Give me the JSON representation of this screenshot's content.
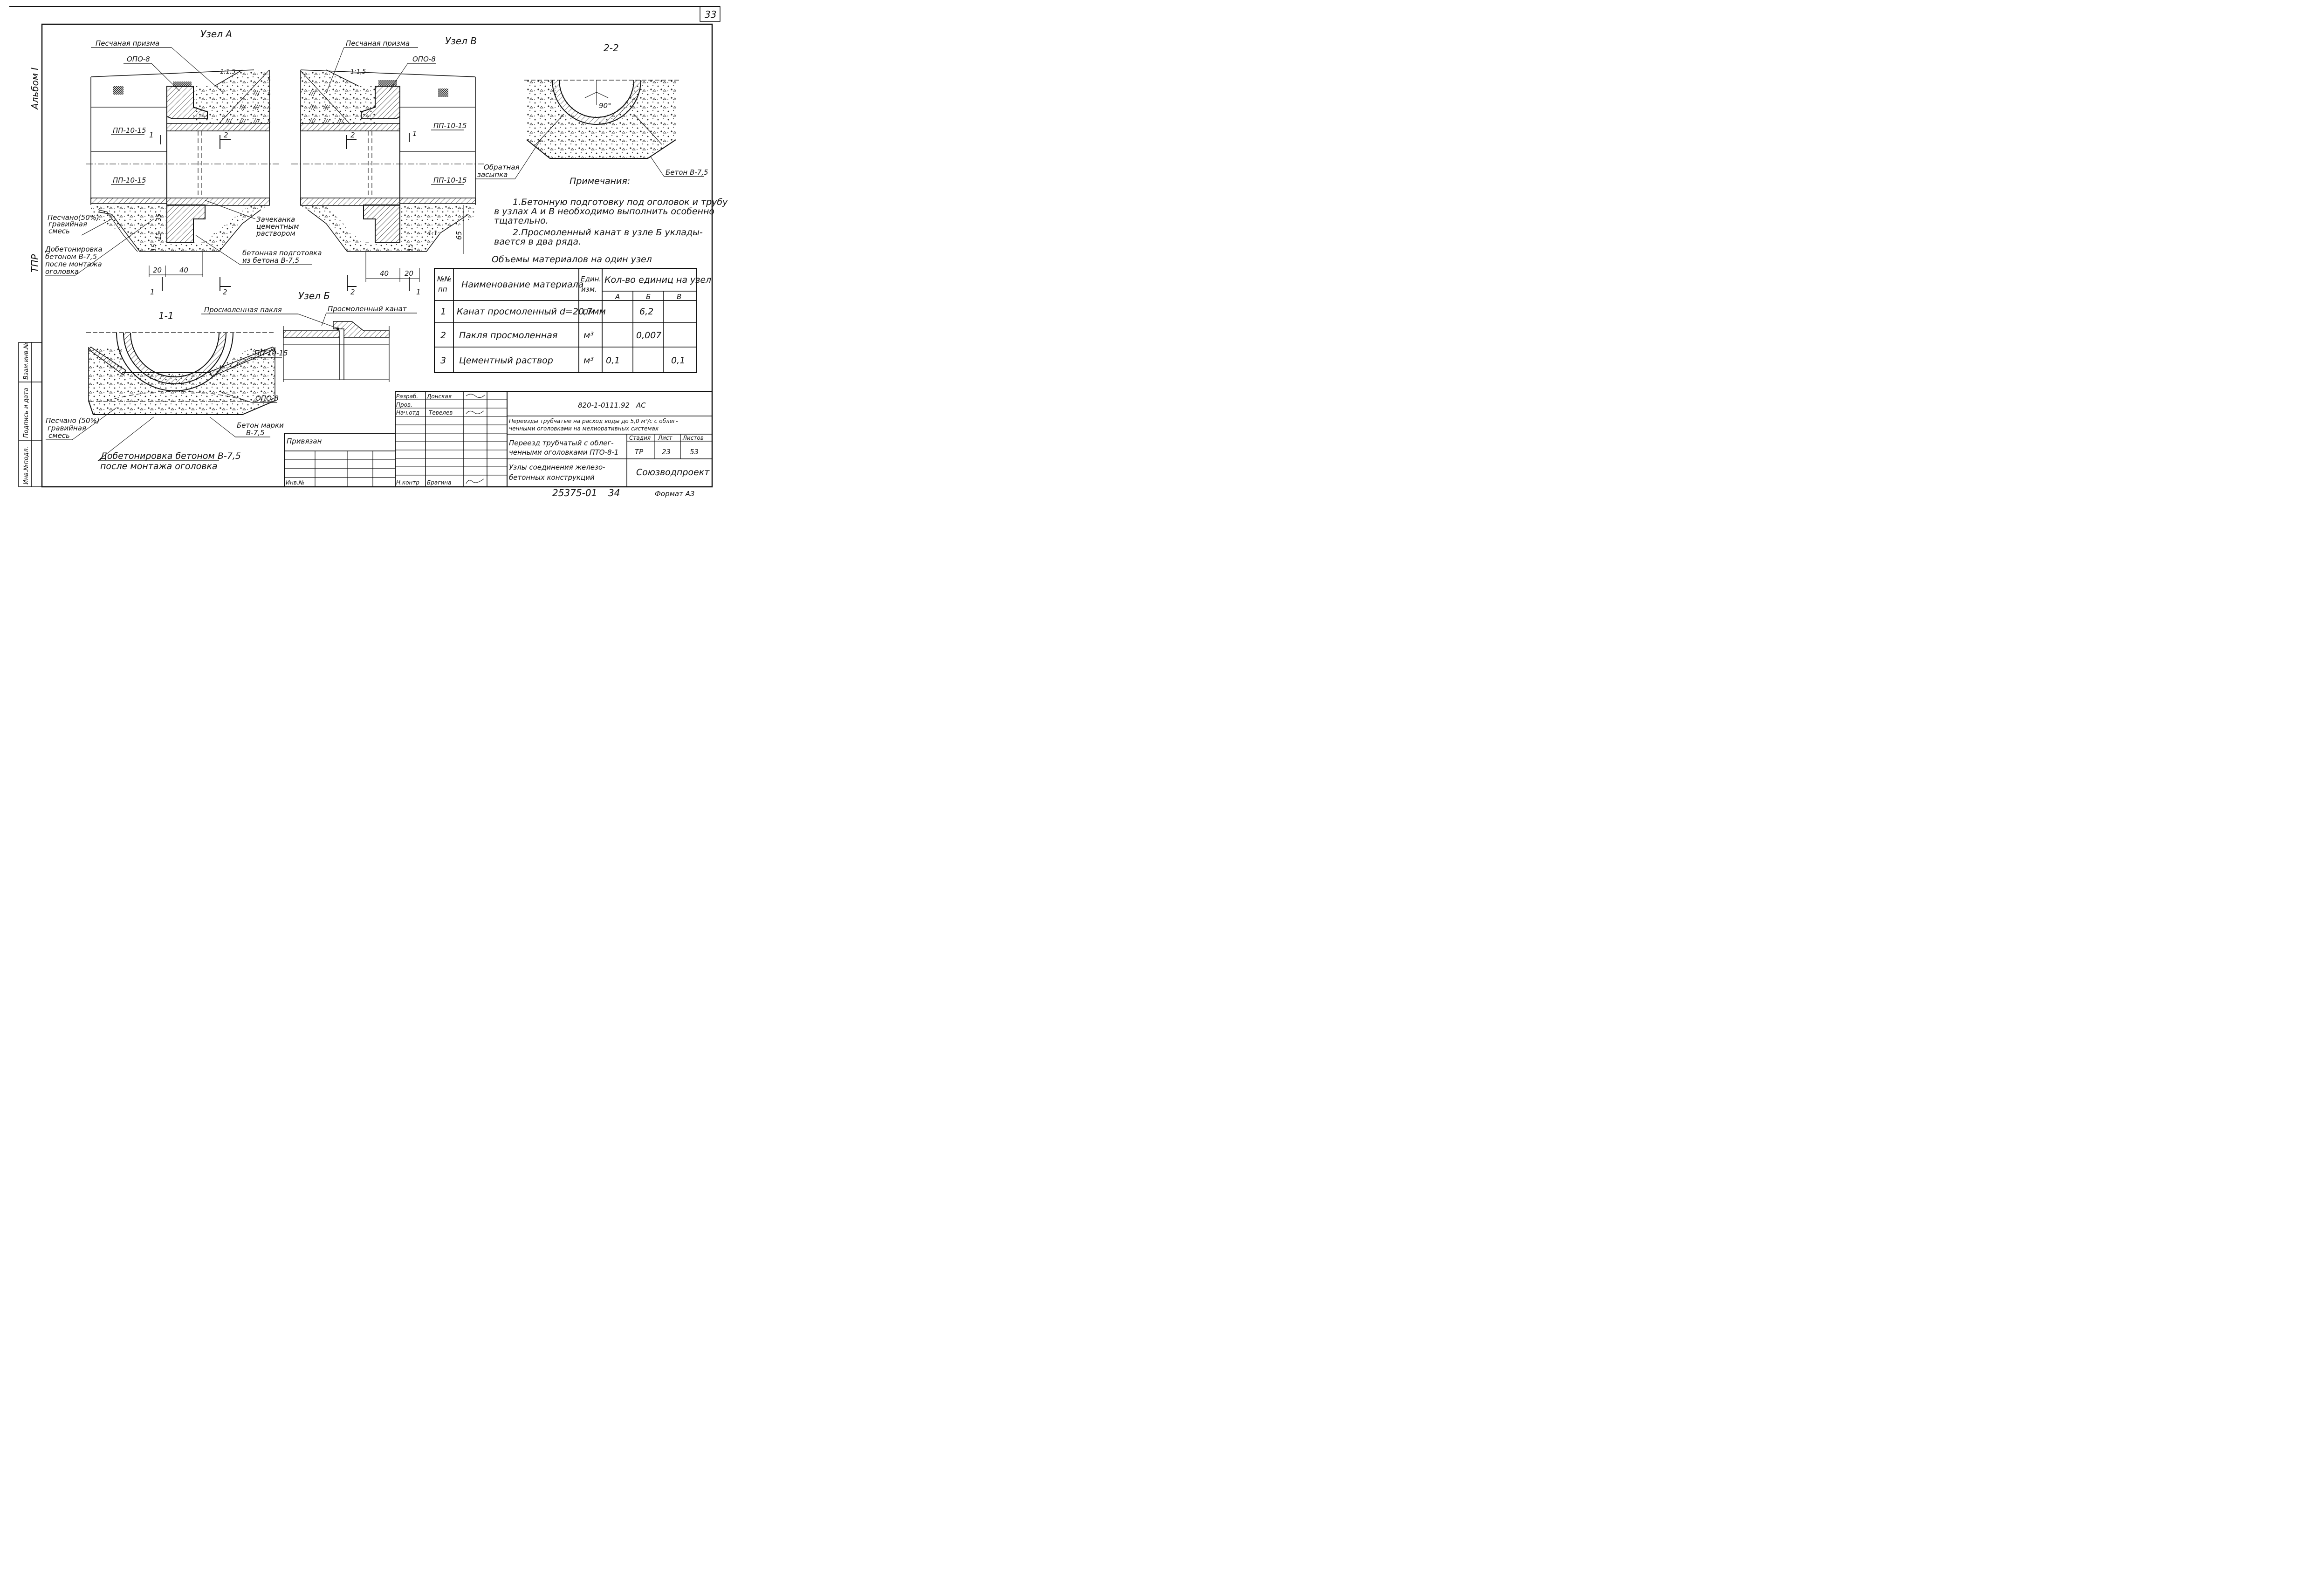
{
  "page": {
    "number": "33",
    "album_label": "Альбом I",
    "series_label": "ТПР"
  },
  "side_stamp": [
    "Инв.№подл.",
    "Подпись и дата",
    "Взам.инв.№"
  ],
  "nodes": {
    "a": {
      "title": "Узел А",
      "prism": "Песчаная призма",
      "opo": "ОПО-8",
      "slope": "1:1,5",
      "pipe_top": "ПП-10-15",
      "pipe_bottom": "ПП-10-15",
      "sand_mix": [
        "Песчано(50%)",
        "гравийная",
        "смесь"
      ],
      "extra_concrete": [
        "Добетонировка",
        "бетоном В-7,5",
        "после монтажа",
        "оголовка"
      ],
      "caulk": [
        "Зачеканка",
        "цементным",
        "раствором"
      ],
      "prep": [
        "бетонная подготовка",
        "из бетона В-7,5"
      ],
      "dims": {
        "d20": "20",
        "d40": "40",
        "d35": "35",
        "d15a": "15",
        "d15b": "15"
      },
      "sec1": "1",
      "sec2": "2"
    },
    "b": {
      "title": "Узел В",
      "prism": "Песчаная призма",
      "opo": "ОПО-8",
      "slope": "1:1,5",
      "pipe_top": "ПП-10-15",
      "pipe_bottom": "ПП-10-15",
      "backfill": [
        "Обратная",
        "засыпка"
      ],
      "dims": {
        "d40": "40",
        "d20": "20",
        "d65": "65",
        "d15": "15",
        "d11": "1:1"
      },
      "sec1": "1",
      "sec2": "2"
    },
    "b6": {
      "title": "Узел Б",
      "oakum": "Просмоленная пакля",
      "rope": "Просмоленный канат"
    }
  },
  "section22": {
    "title": "2-2",
    "angle": "90°",
    "concrete": "Бетон В-7,5"
  },
  "section11": {
    "title": "1-1",
    "pipe": "ПП-10-15",
    "opo": "ОПО-8",
    "concrete": [
      "Бетон марки",
      "В-7,5"
    ],
    "sand_mix": [
      "Песчано (50%)",
      "гравийная",
      "смесь"
    ],
    "extra": [
      "Добетонировка бетоном В-7,5",
      "после монтажа оголовка"
    ]
  },
  "notes": {
    "title": "Примечания:",
    "lines": [
      "1.Бетонную подготовку под оголовок и трубу",
      "в узлах А и В необходимо выполнить особенно",
      "тщательно.",
      "2.Просмоленный канат в узле Б уклады-",
      "вается в два ряда."
    ]
  },
  "materials": {
    "title": "Объемы материалов на один узел",
    "headers": {
      "num": [
        "№№",
        "пп"
      ],
      "name": "Наименование материала",
      "unit": [
        "Един.",
        "изм."
      ],
      "qty": "Кол-во единиц на узел",
      "cols": [
        "А",
        "Б",
        "В"
      ]
    },
    "rows": [
      {
        "n": "1",
        "name": "Канат просмоленный d=20,7мм",
        "unit": "пм",
        "a": "",
        "b": "6,2",
        "c": ""
      },
      {
        "n": "2",
        "name": "Пакля просмоленная",
        "unit": "м³",
        "a": "",
        "b": "0,007",
        "c": ""
      },
      {
        "n": "3",
        "name": "Цементный раствор",
        "unit": "м³",
        "a": "0,1",
        "b": "",
        "c": "0,1"
      }
    ]
  },
  "title_block": {
    "roles": [
      {
        "role": "Разраб.",
        "name": "Донская"
      },
      {
        "role": "Пров.",
        "name": ""
      },
      {
        "role": "Нач.отд",
        "name": "Тевелев"
      },
      {
        "role": "Н.контр",
        "name": "Брагина"
      }
    ],
    "code": "820-1-0111.92",
    "code_suffix": "АС",
    "project": [
      "Переезды трубчатые на расход воды до 5,0 м³/с с облег-",
      "ченными оголовками на мелиоративных системах"
    ],
    "sheet_title": [
      "Переезд трубчатый с облег-",
      "ченными оголовками ПТО-8-1"
    ],
    "subtitle": [
      "Узлы соединения железо-",
      "бетонных конструкций"
    ],
    "stage_labels": [
      "Стадия",
      "Лист",
      "Листов"
    ],
    "stage_values": [
      "ТР",
      "23",
      "53"
    ],
    "org": "Союзводпроект",
    "bound": "Привязан",
    "inv": "Инв.№",
    "bottom_code": "25375-01",
    "bottom_num": "34",
    "format": "Формат А3"
  }
}
